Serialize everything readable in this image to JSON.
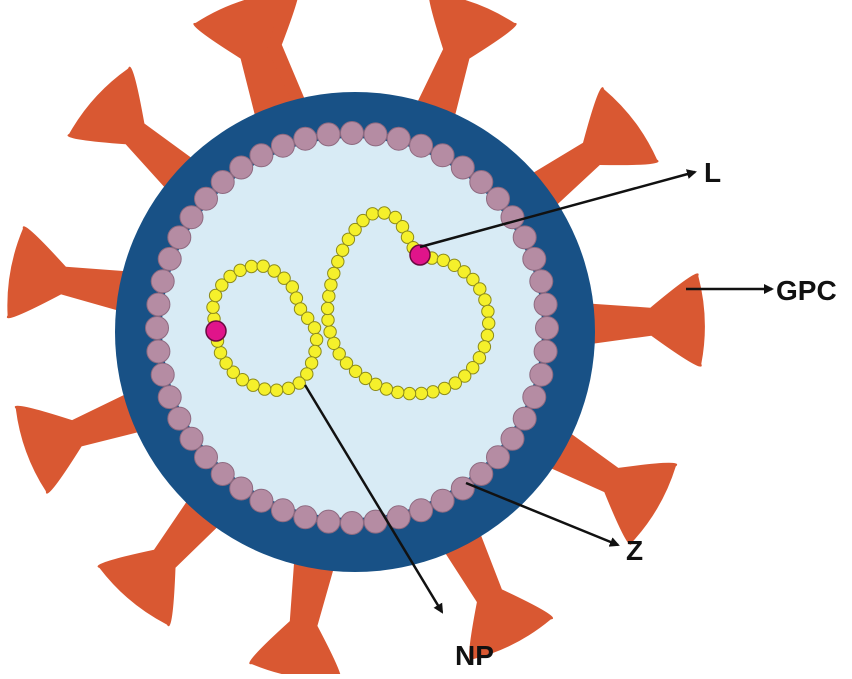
{
  "labels": {
    "l": "L",
    "gpc": "GPC",
    "z": "Z",
    "np": "NP"
  },
  "colors": {
    "background": "#ffffff",
    "spike": "#D95832",
    "envelope": "#185186",
    "interior": "#D8EBF5",
    "z_bead": "#B58CA3",
    "z_bead_stroke": "#8E6A80",
    "np_bead": "#F5F02B",
    "np_bead_stroke": "#8C8A1A",
    "polymerase": "#E0148A",
    "arrow": "#111111"
  }
}
